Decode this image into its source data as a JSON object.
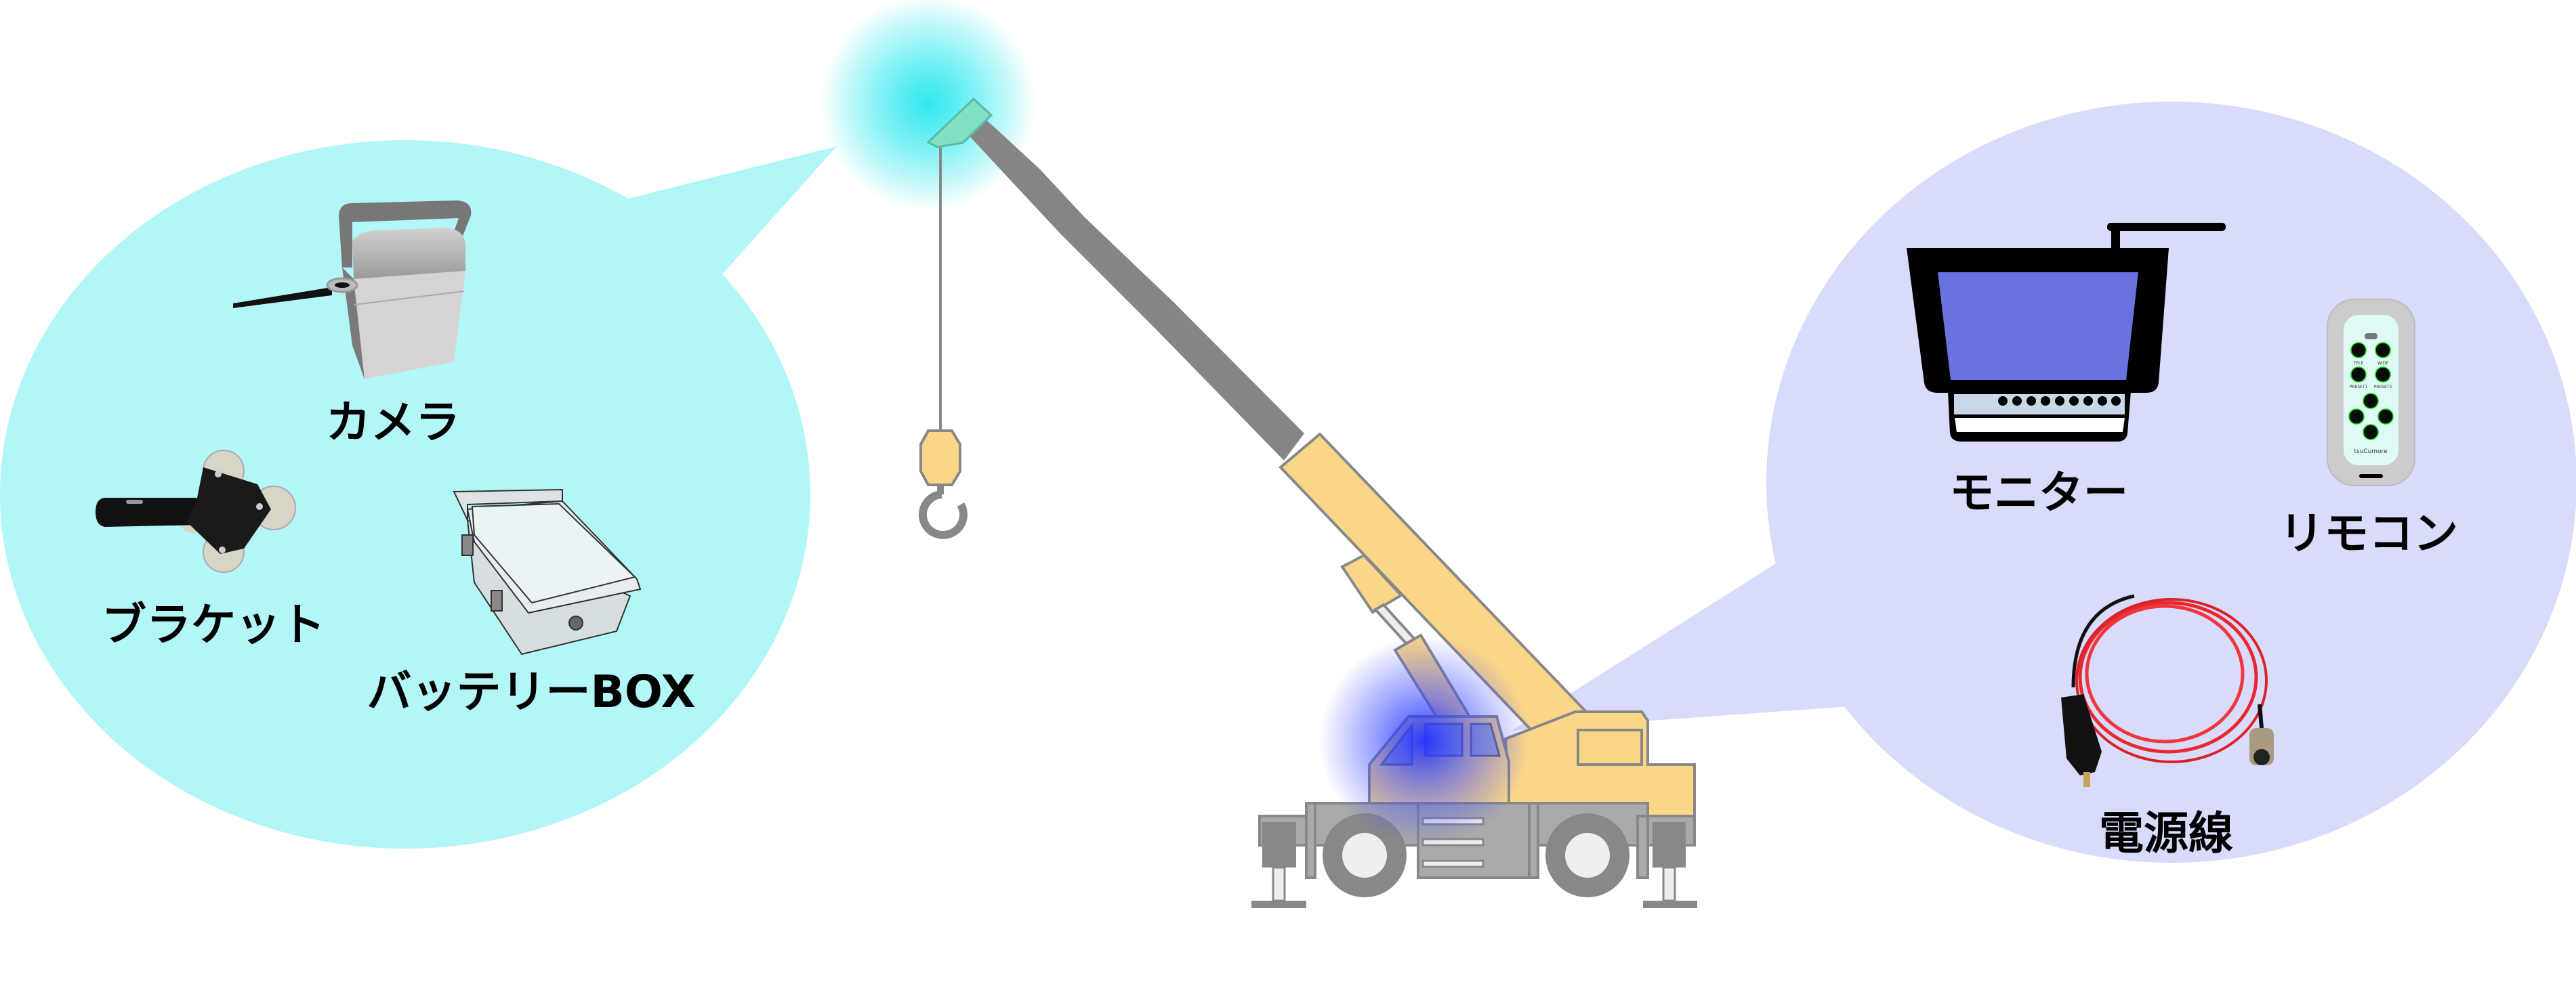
{
  "left_bubble": {
    "color": "#b3f6f7",
    "items": [
      {
        "label": "カメラ",
        "icon": "camera-icon"
      },
      {
        "label": "ブラケット",
        "icon": "bracket-icon"
      },
      {
        "label": "バッテリーBOX",
        "icon": "battery-box-icon"
      }
    ]
  },
  "right_bubble": {
    "color": "#d9dbfb",
    "items": [
      {
        "label": "モニター",
        "icon": "monitor-icon"
      },
      {
        "label": "リモコン",
        "icon": "remote-control-icon"
      },
      {
        "label": "電源線",
        "icon": "power-cable-icon"
      }
    ]
  },
  "remote": {
    "buttons": [
      "TELE",
      "WIDE",
      "PRESET1",
      "PRESET2"
    ],
    "brand": "tsuCumore"
  },
  "crane": {
    "boom_color": "#fad689",
    "boom_tip_glow": "#2ee8ee",
    "cab_glow": "#3d4dff"
  }
}
